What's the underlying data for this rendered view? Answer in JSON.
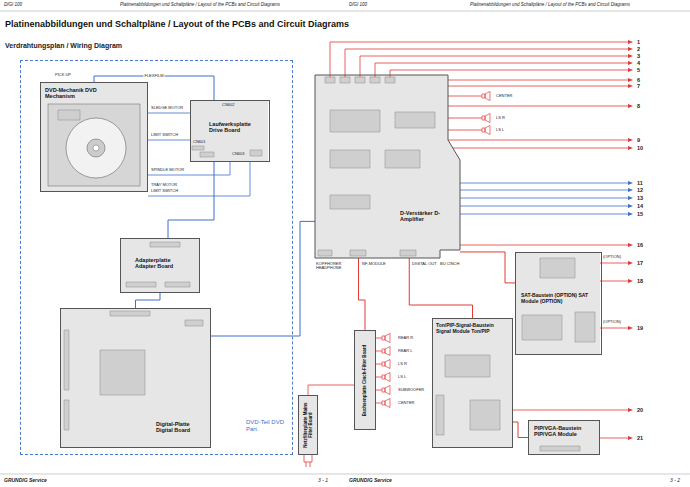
{
  "diagram": {
    "title": "Platinenabbildungen und Schaltpläne / Layout of the PCBs and Circuit Diagrams",
    "nodes": [
      {
        "text": [
          "DVD-Teil DVD Part"
        ]
      },
      {
        "text": [
          "DVD-Mechanik DVD Mechanism"
        ],
        "in": 0
      },
      {
        "text": [
          "Laufwerksplatte Drive Board"
        ],
        "in": 0
      },
      {
        "text": [
          "Adapterplatte Adapter Board"
        ],
        "in": 0
      },
      {
        "text": [
          "Digital-Platte Digital Board"
        ],
        "in": 0
      },
      {
        "text": [
          "D-Verstärker D-Amplifier"
        ]
      },
      {
        "text": [
          "Buchsenplatte Cinch-Filter Board"
        ]
      },
      {
        "text": [
          "Netzfilterplatte Mains Filter Board"
        ]
      },
      {
        "text": [
          "Ton/PIP-Signal-Baustein Signal Module Ton/PIP"
        ]
      },
      {
        "text": [
          "SAT-Baustein (OPTION) SAT Module (OPTION)"
        ]
      },
      {
        "text": [
          "PIP/VGA-Baustein PIP/VGA Module"
        ]
      }
    ],
    "edges": [
      {
        "from": 1,
        "to": 2,
        "arrow": "none",
        "label": "FLEXFILM"
      },
      {
        "from": 2,
        "to": 3,
        "arrow": "none"
      },
      {
        "from": 3,
        "to": 4,
        "arrow": "none"
      },
      {
        "from": 4,
        "to": 5,
        "arrow": "none"
      },
      {
        "from": 5,
        "to": 6,
        "arrow": "none"
      },
      {
        "from": 5,
        "to": 8,
        "arrow": "none"
      },
      {
        "from": 5,
        "to": 9,
        "arrow": "none"
      },
      {
        "from": 8,
        "to": 10,
        "arrow": "none"
      }
    ],
    "labels": [
      "DIGI 100",
      "Platinenabbildungen und Schaltpläne / Layout of the PCBs and Circuit Diagrams",
      "DIGI 100",
      "Platinenabbildungen und Schaltpläne / Layout of the PCBs and Circuit Diagrams",
      "Verdrahtungsplan / Wiring Diagram",
      "GRUNDIG Service",
      "3 - 1",
      "GRUNDIG Service",
      "3 - 2",
      "PICK UP",
      "SLEDGE MOTOR",
      "LIMIT SWITCH",
      "SPINDLE MOTOR",
      "TRAY MOTOR",
      "LIMIT SWITCH",
      "CN602",
      "CN601",
      "CN603",
      "CENTER",
      "LS R",
      "LS L",
      "REAR R",
      "REAR L",
      "LS R",
      "LS L",
      "SUBWOOFER",
      "CENTER",
      "KOPFHÖRER HEADPHONE",
      "NF-MODULE",
      "DIGITAL OUT",
      "BU CINCH",
      "(OPTION)",
      "(OPTION)",
      "1",
      "2",
      "3",
      "4",
      "5",
      "6",
      "7",
      "8",
      "9",
      "10",
      "11",
      "12",
      "13",
      "14",
      "15",
      "16",
      "17",
      "18",
      "19",
      "20",
      "21"
    ]
  }
}
